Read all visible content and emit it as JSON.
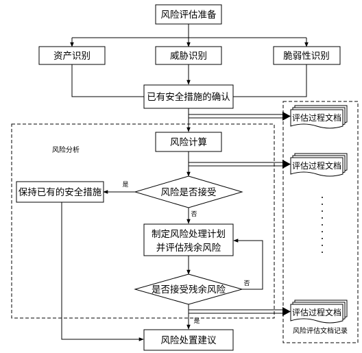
{
  "diagram": {
    "nodes": {
      "start": "风险评估准备",
      "asset": "资产识别",
      "threat": "威胁识别",
      "vuln": "脆弱性识别",
      "confirm": "已有安全措施的确认",
      "calc": "风险计算",
      "accept_q": "风险是否接受",
      "keep": "保持已有的安全措施",
      "plan_line1": "制定风险处理计划",
      "plan_line2": "并评估残余风险",
      "residual_q": "是否接受残余风险",
      "advice": "风险处置建议"
    },
    "labels": {
      "analysis_area": "风险分析",
      "records_area": "风险评估文档记录",
      "yes": "是",
      "no": "否",
      "doc": "评估过程文档",
      "ellipsis": "⋮"
    }
  }
}
